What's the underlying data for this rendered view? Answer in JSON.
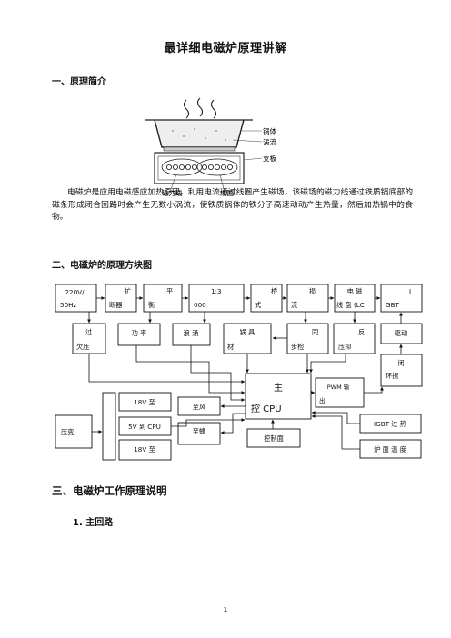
{
  "doc": {
    "title": "最详细电磁炉原理讲解",
    "section1": "一、原理简介",
    "section2": "二、电磁炉的原理方块图",
    "section3": "三、电磁炉工作原理说明",
    "subsection1": "1. 主回路",
    "paragraph": "电磁炉是应用电磁感应加热原理，利用电流通过线圈产生磁场，该磁场的磁力线通过铁质锅底部的磁条形成闭合回路时会产生无数小涡流，使铁质锅体的铁分子高速动动产生热量，然后加热锅中的食物。",
    "page_number": "1"
  },
  "illustration": {
    "label_pot": "锅体",
    "label_eddy": "涡流",
    "label_plate": "支板",
    "label_flux": "磁力线",
    "label_coil": "线圈"
  },
  "diagram": {
    "b1a": "220V/",
    "b1b": "50Hz",
    "b2a": "扩",
    "b2b": "断器",
    "b3a": "平",
    "b3b": "衡",
    "b4a": "1:3",
    "b4b": "000",
    "b5a": "桥",
    "b5b": "式",
    "b6a": "损",
    "b6b": "流",
    "b7a": "电 磁",
    "b7b": "线 盘 (LC",
    "b8a": "I",
    "b8b": "GBT",
    "b9a": "过",
    "b9b": "欠压",
    "b10": "功 率",
    "b11": "浪 涌",
    "b12a": "锅 具",
    "b12b": "材",
    "b13a": "同",
    "b13b": "步检",
    "b14a": "反",
    "b14b": "压抑",
    "b15": "驱动",
    "b16a": "闭",
    "b16b": "环振",
    "b17a": "主",
    "b17b": "控 CPU",
    "b18a": "PWM 输",
    "b18b": "出",
    "b19": "IGBT 过 热",
    "b20": "炉 面 温 度",
    "b21": "控制面",
    "b22": "至风",
    "b23": "至蜂",
    "b24": "18V 至",
    "b25": "5V 到 CPU",
    "b26": "18V 至",
    "b27": "压变"
  }
}
